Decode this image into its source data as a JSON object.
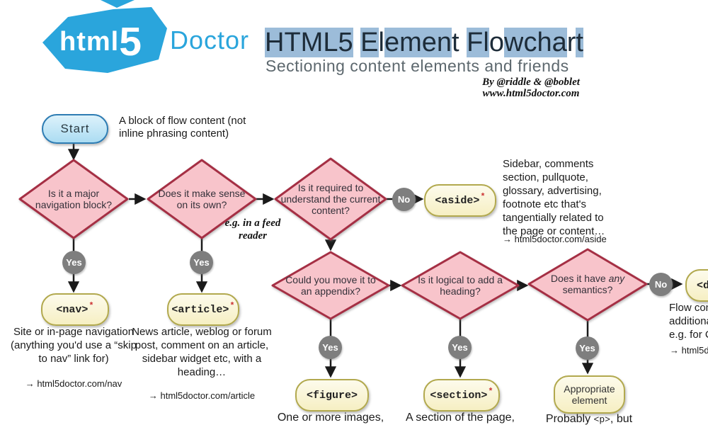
{
  "colors": {
    "logo_blue": "#2aa5dc",
    "title_text": "#1d2c39",
    "title_highlight": "#9cbcd9",
    "subtitle_gray": "#5d686e",
    "diamond_fill": "#f8c4cb",
    "diamond_border": "#a52f44",
    "node_yellow_fill": "#fbf7d9",
    "node_yellow_border": "#b2a94e",
    "start_fill": "#c5e6f5",
    "start_border": "#2d7cb3",
    "connector_gray": "#7e7e7e",
    "asterisk_red": "#cc3333",
    "arrow_black": "#1a1a1a"
  },
  "header": {
    "logo": {
      "badge_text": "html",
      "badge_digit": "5",
      "wordmark": "Doctor"
    },
    "title_segments": [
      {
        "t": "H",
        "h": true
      },
      {
        "t": "T",
        "h": true
      },
      {
        "t": "M",
        "h": true
      },
      {
        "t": "L",
        "h": true
      },
      {
        "t": "5",
        "h": true
      },
      {
        "t": " ",
        "h": false
      },
      {
        "t": "E",
        "h": true
      },
      {
        "t": "l",
        "h": false
      },
      {
        "t": "eme",
        "h": true
      },
      {
        "t": "n",
        "h": true
      },
      {
        "t": "t",
        "h": false
      },
      {
        "t": " ",
        "h": false
      },
      {
        "t": "F",
        "h": true
      },
      {
        "t": "l",
        "h": true
      },
      {
        "t": "o",
        "h": false
      },
      {
        "t": "w",
        "h": true
      },
      {
        "t": "ch",
        "h": true
      },
      {
        "t": "a",
        "h": true
      },
      {
        "t": "r",
        "h": false
      },
      {
        "t": "t",
        "h": true
      }
    ],
    "subtitle": "Sectioning content elements and friends",
    "byline": {
      "line1": "By @riddle & @boblet",
      "line2": "www.html5doctor.com"
    }
  },
  "flowchart": {
    "asterisk": "*",
    "labels": {
      "yes": "Yes",
      "no": "No"
    },
    "start": {
      "label": "Start",
      "note": "A block of flow content (not inline phrasing content)"
    },
    "decisions": [
      {
        "text": "Is it a major navigation block?"
      },
      {
        "text": "Does it make sense on its own?",
        "note": "e.g. in a feed reader"
      },
      {
        "text": "Is it required to understand the current content?"
      },
      {
        "text": "Could you move it to an appendix?"
      },
      {
        "text": "Is it logical to add a heading?"
      },
      {
        "pre": "Does it have ",
        "italic": "any",
        "post": " semantics?"
      }
    ],
    "elements": [
      {
        "tag": "<aside>",
        "description": "Sidebar, comments section, pullquote, glossary, advertising, footnote etc that's tangentially related to the page or content…",
        "link": "→ html5doctor.com/aside"
      },
      {
        "tag": "<nav>",
        "description": "Site or in-page navigation (anything you'd use a “skip to nav” link for)",
        "link": "→ html5doctor.com/nav"
      },
      {
        "tag": "<article>",
        "description": "News article, weblog or forum post, comment on an article, sidebar widget etc, with a heading…",
        "link": "→ html5doctor.com/article"
      },
      {
        "tag": "<figure>",
        "description": "One or more images,"
      },
      {
        "tag": "<section>",
        "description": "A section of the page,"
      },
      {
        "tag_line1": "Appropriate",
        "tag_line2": "element",
        "desc_pre": "Probably ",
        "desc_code": "<p>",
        "desc_post": ", but"
      },
      {
        "tag": "<div>",
        "lines": [
          "Flow con",
          "additiona",
          "e.g. for C"
        ],
        "link": "→ html5d"
      }
    ]
  }
}
